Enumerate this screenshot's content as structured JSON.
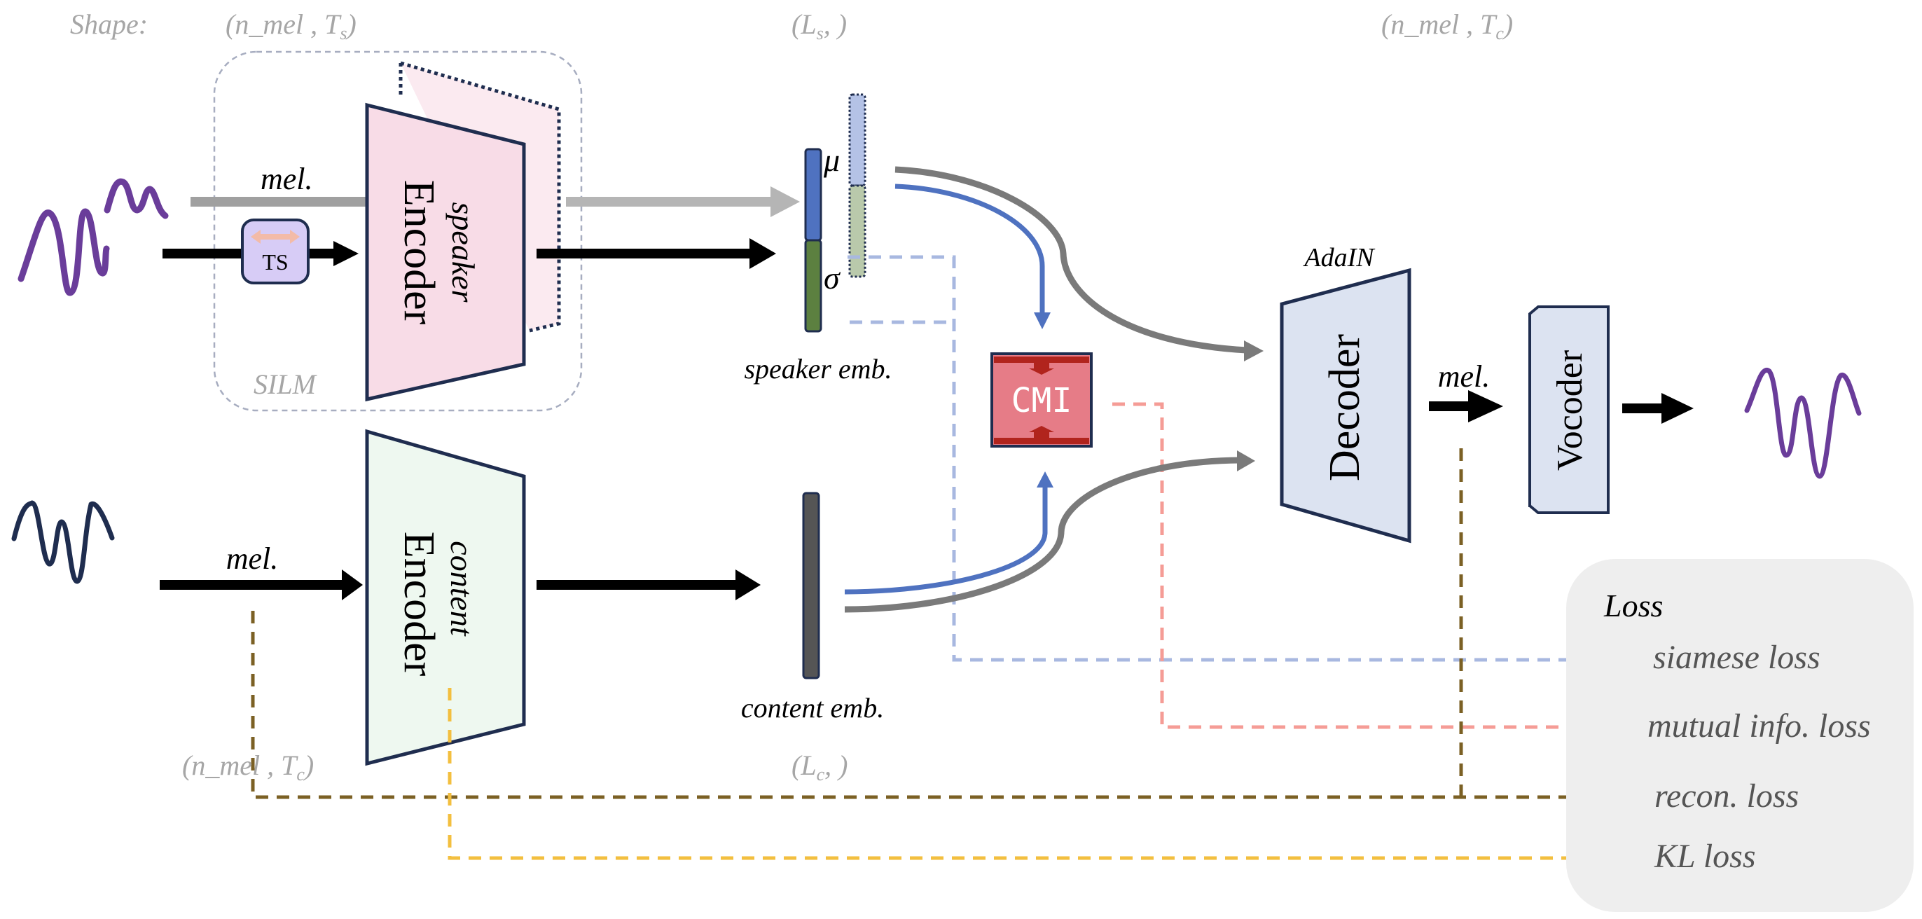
{
  "shapes": {
    "prefix": "Shape:",
    "speaker_input": "(n_mel , T",
    "speaker_input_sub": "s",
    "speaker_emb": "(L",
    "speaker_emb_sub": "s",
    "speaker_emb_suffix": ", )",
    "output": "(n_mel , T",
    "output_sub": "c",
    "content_input": "(n_mel , T",
    "content_input_sub": "c",
    "content_emb": "(L",
    "content_emb_sub": "c",
    "content_emb_suffix": ", )",
    "close_paren": ")"
  },
  "speaker_branch": {
    "mel_label": "mel.",
    "ts_label": "TS",
    "encoder_title": "Encoder",
    "encoder_subtitle": "speaker",
    "silm_label": "SILM",
    "mu_label": "μ",
    "sigma_label": "σ",
    "emb_label": "speaker emb."
  },
  "content_branch": {
    "mel_label": "mel.",
    "encoder_title": "Encoder",
    "encoder_subtitle": "content",
    "emb_label": "content emb."
  },
  "cmi": {
    "label": "CMI"
  },
  "decoder": {
    "label": "Decoder",
    "adain_label": "AdaIN",
    "mel_label": "mel."
  },
  "vocoder": {
    "label": "Vocoder"
  },
  "loss_panel": {
    "title": "Loss",
    "items": [
      {
        "label": "siamese loss",
        "color": "#9fb0d9"
      },
      {
        "label": "mutual info. loss",
        "color": "#ef9089"
      },
      {
        "label": "recon. loss",
        "color": "#7b6024"
      },
      {
        "label": "KL loss",
        "color": "#f3bf3f"
      }
    ]
  },
  "colors": {
    "speaker_wave": "#6a3d9a",
    "content_wave": "#1f2d4f",
    "speaker_encoder_fill": "#f8dce7",
    "content_encoder_fill": "#eef8f0",
    "decoder_fill": "#dce3f1",
    "cmi_fill": "#e67c87",
    "cmi_bar": "#b1241d",
    "mu_fill": "#4f72c0",
    "sigma_fill": "#5c8040",
    "content_emb_fill": "#555555",
    "flow_blue": "#4f72c0",
    "flow_gray": "#7a7a7a"
  }
}
